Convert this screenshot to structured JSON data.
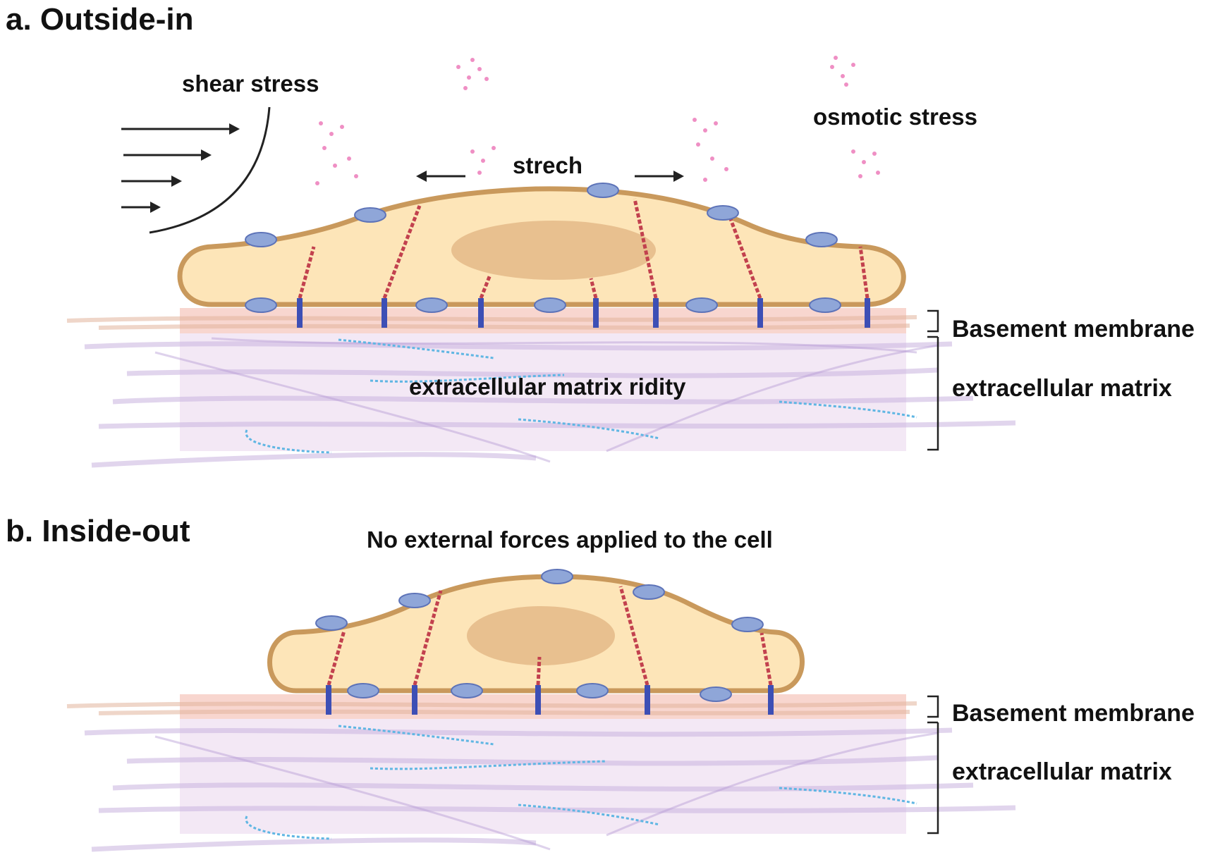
{
  "panel_a": {
    "title": "a. Outside-in",
    "labels": {
      "shear_stress": "shear stress",
      "osmotic_stress": "osmotic stress",
      "stretch": "strech",
      "ecm_rigidity": "extracellular matrix ridity",
      "basement_membrane": "Basement membrane",
      "extracellular_matrix": "extracellular matrix"
    }
  },
  "panel_b": {
    "title": "b. Inside-out",
    "labels": {
      "no_forces": "No external forces applied to the cell",
      "basement_membrane": "Basement membrane",
      "extracellular_matrix": "extracellular matrix"
    }
  },
  "colors": {
    "cell_fill": "#fde5b8",
    "cell_outline": "#c9995c",
    "nucleus": "#e8c08f",
    "actin": "#c2414e",
    "integrin": "#3d4fb5",
    "receptor": "#8fa6d8",
    "osmolyte_dots": "#ef8fc4",
    "ecm_fiber": "#c8b2df",
    "basement_membrane": "#f6d2cc",
    "ecm_band": "#f1e5f3",
    "collagen_blue": "#5fb6e3"
  }
}
